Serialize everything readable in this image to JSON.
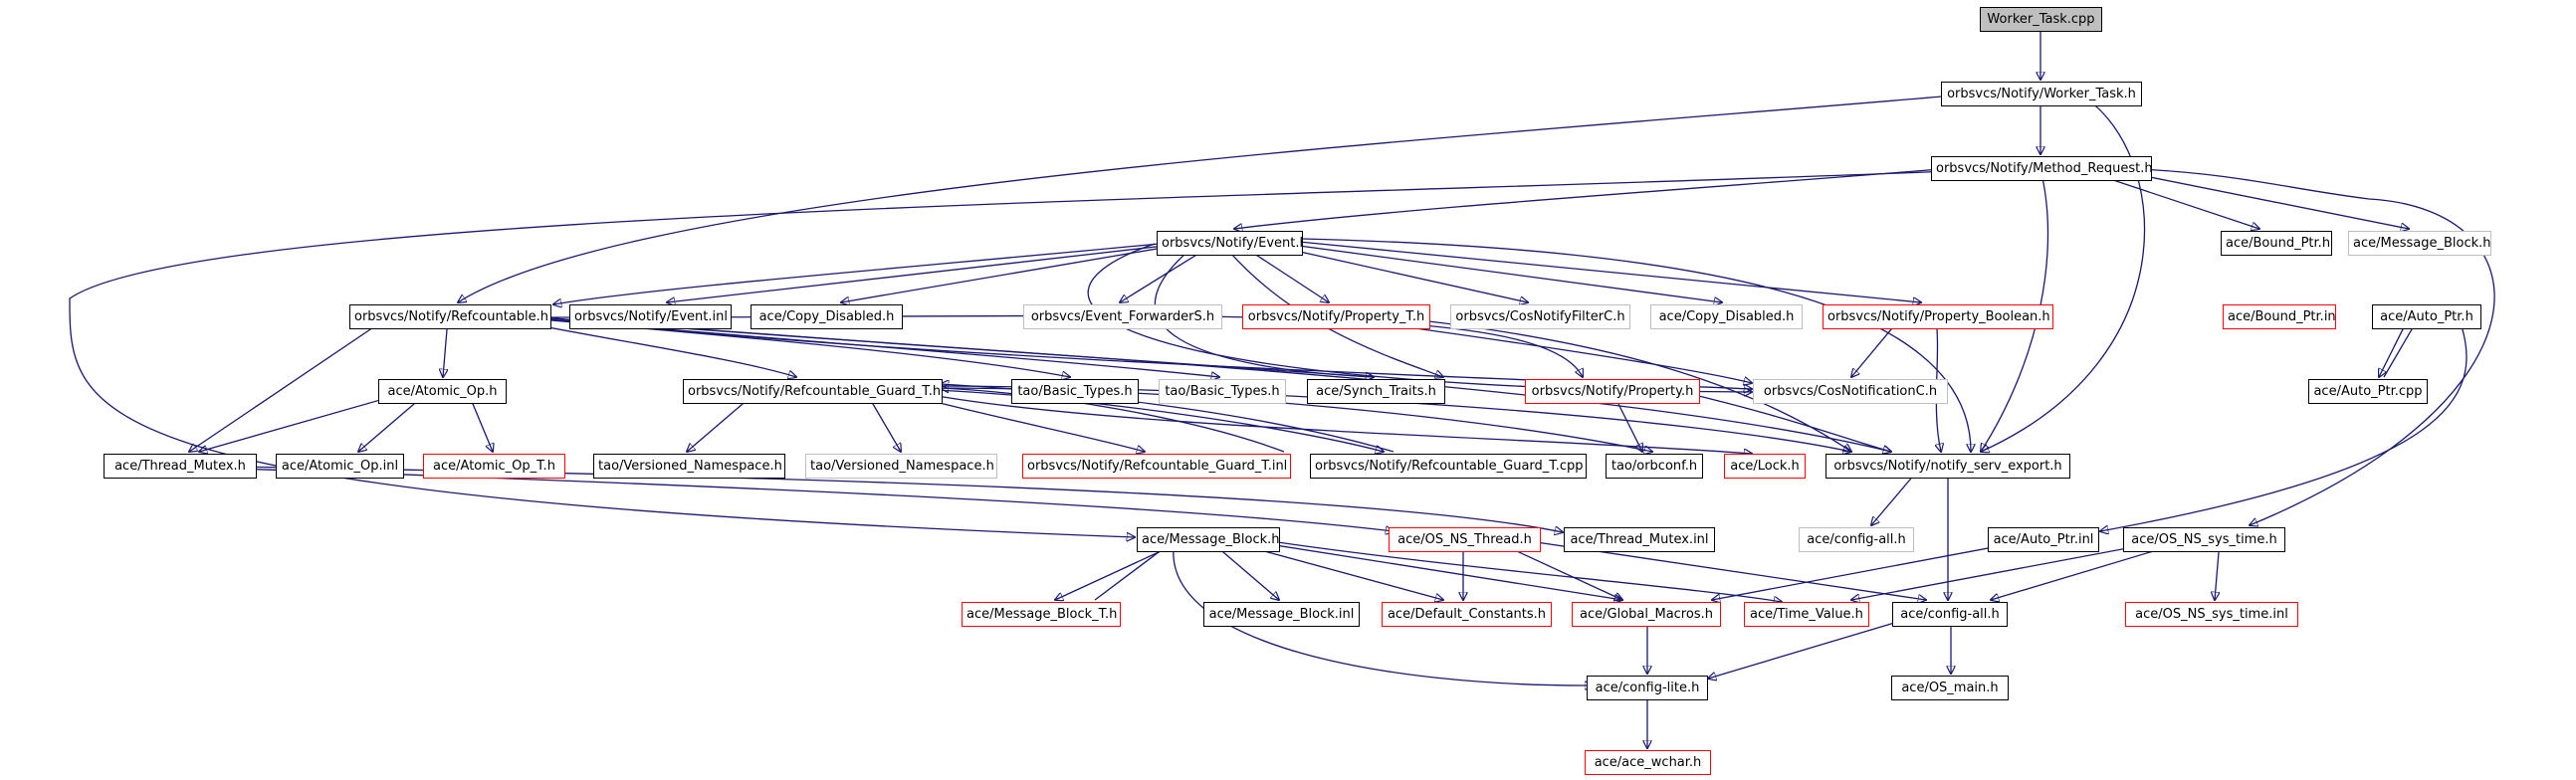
{
  "graph": {
    "root": "Worker_Task.cpp",
    "colors": {
      "edge": "#191970",
      "border_linked": "#000000",
      "border_truncated": "#ff0000",
      "border_unlinked": "#bfbfbf",
      "root_fill": "#bfbfbf"
    },
    "nodes": {
      "worker_task_cpp": "Worker_Task.cpp",
      "worker_task_h": "orbsvcs/Notify/Worker_Task.h",
      "method_request_h": "orbsvcs/Notify/Method_Request.h",
      "event_h": "orbsvcs/Notify/Event.h",
      "bound_ptr_h": "ace/Bound_Ptr.h",
      "message_block_h_top": "ace/Message_Block.h",
      "refcountable_h": "orbsvcs/Notify/Refcountable.h",
      "event_inl": "orbsvcs/Notify/Event.inl",
      "copy_disabled_h_1": "ace/Copy_Disabled.h",
      "event_forwarders_h": "orbsvcs/Event_ForwarderS.h",
      "property_t_h": "orbsvcs/Notify/Property_T.h",
      "cosnotifyfilterc_h": "orbsvcs/CosNotifyFilterC.h",
      "copy_disabled_h_2": "ace/Copy_Disabled.h",
      "property_boolean_h": "orbsvcs/Notify/Property_Boolean.h",
      "bound_ptr_inl": "ace/Bound_Ptr.inl",
      "auto_ptr_h": "ace/Auto_Ptr.h",
      "atomic_op_h": "ace/Atomic_Op.h",
      "refcountable_guard_t_h": "orbsvcs/Notify/Refcountable_Guard_T.h",
      "basic_types_h_1": "tao/Basic_Types.h",
      "basic_types_h_2": "tao/Basic_Types.h",
      "synch_traits_h": "ace/Synch_Traits.h",
      "property_h": "orbsvcs/Notify/Property.h",
      "cosnotificationc_h": "orbsvcs/CosNotificationC.h",
      "auto_ptr_cpp": "ace/Auto_Ptr.cpp",
      "thread_mutex_h": "ace/Thread_Mutex.h",
      "atomic_op_inl": "ace/Atomic_Op.inl",
      "atomic_op_t_h": "ace/Atomic_Op_T.h",
      "versioned_namespace_h_1": "tao/Versioned_Namespace.h",
      "versioned_namespace_h_2": "tao/Versioned_Namespace.h",
      "refcountable_guard_t_inl": "orbsvcs/Notify/Refcountable_Guard_T.inl",
      "refcountable_guard_t_cpp": "orbsvcs/Notify/Refcountable_Guard_T.cpp",
      "orbconf_h": "tao/orbconf.h",
      "lock_h": "ace/Lock.h",
      "notify_serv_export_h": "orbsvcs/Notify/notify_serv_export.h",
      "config_all_h_gray": "ace/config-all.h",
      "message_block_h": "ace/Message_Block.h",
      "os_ns_thread_h": "ace/OS_NS_Thread.h",
      "thread_mutex_inl": "ace/Thread_Mutex.inl",
      "auto_ptr_inl": "ace/Auto_Ptr.inl",
      "os_ns_sys_time_h": "ace/OS_NS_sys_time.h",
      "message_block_t_h": "ace/Message_Block_T.h",
      "message_block_inl": "ace/Message_Block.inl",
      "default_constants_h": "ace/Default_Constants.h",
      "global_macros_h": "ace/Global_Macros.h",
      "time_value_h": "ace/Time_Value.h",
      "config_all_h": "ace/config-all.h",
      "os_ns_sys_time_inl": "ace/OS_NS_sys_time.inl",
      "config_lite_h": "ace/config-lite.h",
      "os_main_h": "ace/OS_main.h",
      "ace_wchar_h": "ace/ace_wchar.h"
    }
  }
}
